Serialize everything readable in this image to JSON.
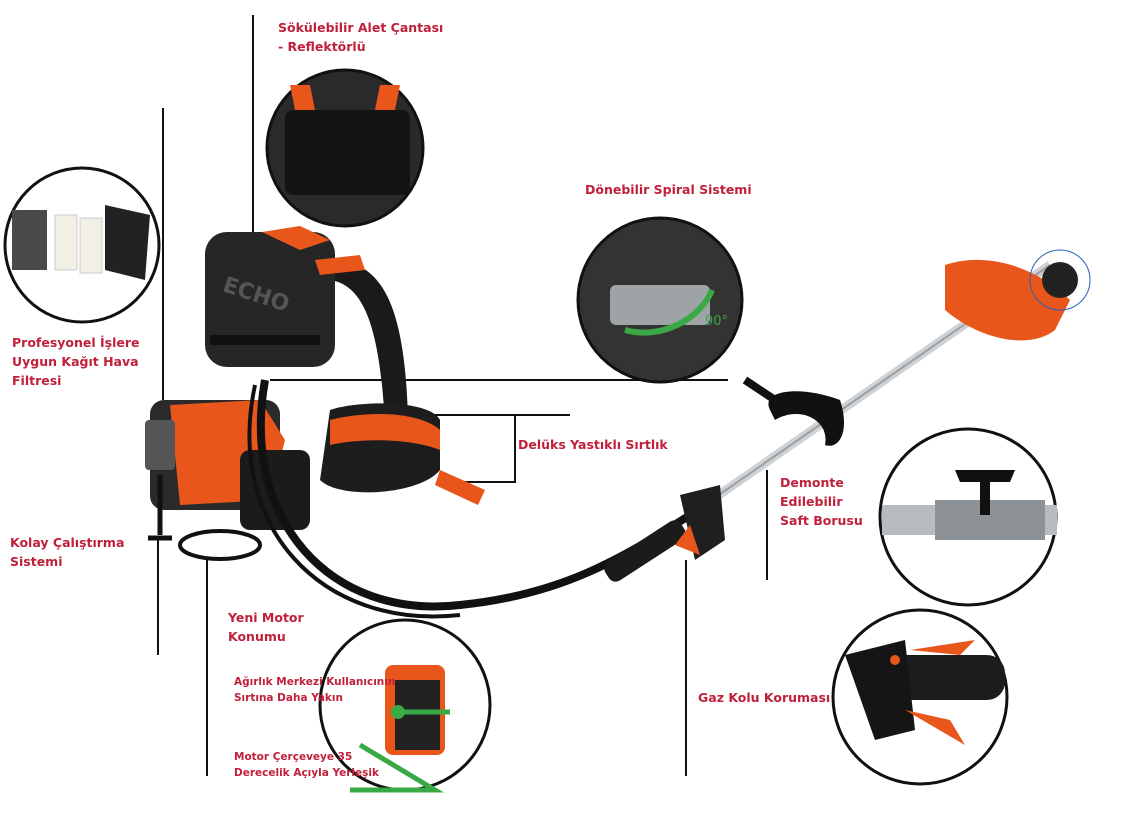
{
  "features": {
    "tool_bag": {
      "lines": [
        "Sökülebilir Alet Çantası",
        "- Reflektörlü"
      ]
    },
    "air_filter": {
      "lines": [
        "Profesyonel İşlere",
        "Uygun Kağıt Hava",
        "Filtresi"
      ]
    },
    "swivel": {
      "lines": [
        "Dönebilir Spiral Sistemi"
      ],
      "angle_label": "90°"
    },
    "harness": {
      "lines": [
        "Delüks Yastıklı Sırtlık"
      ]
    },
    "shaft": {
      "lines": [
        "Demonte",
        "Edilebilir",
        "Saft Borusu"
      ]
    },
    "starter": {
      "lines": [
        "Kolay Çalıştırma",
        "Sistemi"
      ]
    },
    "motor": {
      "lines": [
        "Yeni Motor",
        "Konumu"
      ]
    },
    "center_of_gravity": {
      "lines": [
        "Ağırlık Merkezi Kullanıcının",
        "Sırtına Daha Yakın"
      ]
    },
    "angle": {
      "lines": [
        "Motor Çerçeveye 35",
        "Derecelik Açıyla Yerleşik"
      ]
    },
    "throttle": {
      "lines": [
        "Gaz Kolu Koruması"
      ]
    }
  },
  "brand": "ECHO",
  "colors": {
    "label": "#c0203a",
    "orange": "#e8561c",
    "green": "#3aa845"
  }
}
